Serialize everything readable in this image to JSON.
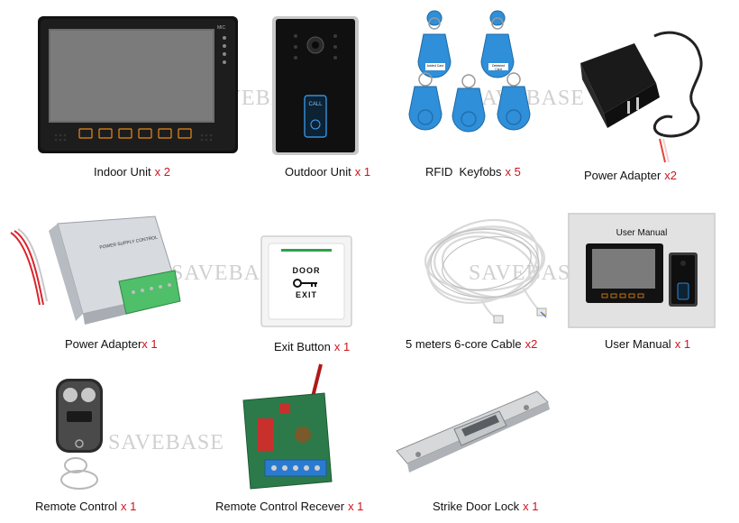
{
  "watermark": {
    "brand": "SAVEBASE",
    "tagline": ""
  },
  "items": [
    {
      "name": "Indoor Unit",
      "qty": "x 2"
    },
    {
      "name": "Outdoor Unit",
      "qty": "x 1"
    },
    {
      "name": "RFID  Keyfobs",
      "qty": "x 5"
    },
    {
      "name": "Power Adapter",
      "qty": "x2"
    },
    {
      "name": "Power Adapter",
      "qty": "x 1"
    },
    {
      "name": "Exit Button",
      "qty": "x 1"
    },
    {
      "name": "5 meters 6-core Cable",
      "qty": "x2"
    },
    {
      "name": "User Manual",
      "qty": "x 1"
    },
    {
      "name": "Remote Control",
      "qty": "x 1"
    },
    {
      "name": "Remote Control Recever",
      "qty": "x 1"
    },
    {
      "name": "Strike Door Lock",
      "qty": "x 1"
    }
  ],
  "labels": {
    "mic": "MIC",
    "call": "CALL",
    "added_card": "Added Card",
    "deleted_card": "Deleteed Card",
    "door": "DOOR",
    "exit": "EXIT",
    "manual_title": "User Manual",
    "psu_brand": "POWER SUPPLY CONTROL"
  },
  "colors": {
    "accent_qty": "#d0121b",
    "keyfob_blue": "#2f8fd8",
    "terminal_green": "#4fbf6a",
    "pcb_green": "#2c7a4a"
  }
}
